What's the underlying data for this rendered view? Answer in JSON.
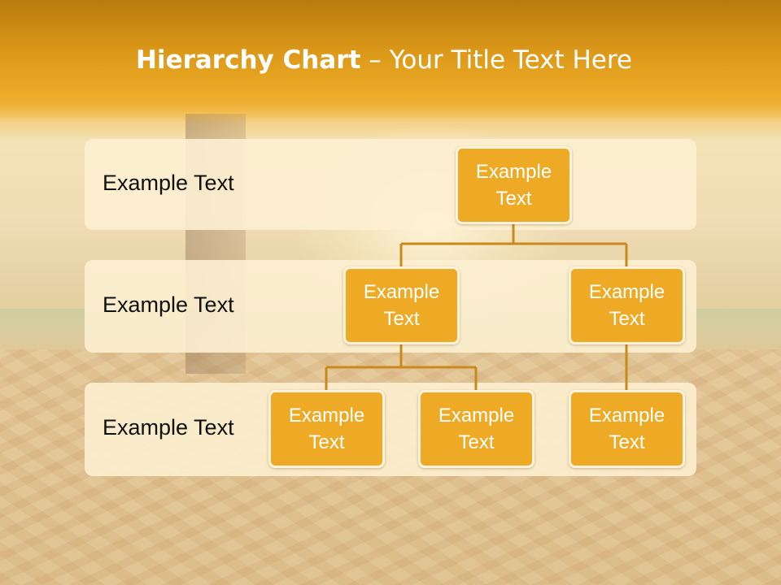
{
  "slide": {
    "title_bold": "Hierarchy Chart",
    "title_rest": " – Your Title Text Here"
  },
  "levels": [
    {
      "label": "Example Text"
    },
    {
      "label": "Example Text"
    },
    {
      "label": "Example Text"
    }
  ],
  "nodes": {
    "root": {
      "line1": "Example",
      "line2": "Text"
    },
    "level2_left": {
      "line1": "Example",
      "line2": "Text"
    },
    "level2_right": {
      "line1": "Example",
      "line2": "Text"
    },
    "level3_left": {
      "line1": "Example",
      "line2": "Text"
    },
    "level3_middle": {
      "line1": "Example",
      "line2": "Text"
    },
    "level3_right": {
      "line1": "Example",
      "line2": "Text"
    }
  },
  "colors": {
    "node_fill": "#eeaa24",
    "connector": "#c98a1c",
    "header": "#e09d1c",
    "band": "#fdf0d2"
  }
}
